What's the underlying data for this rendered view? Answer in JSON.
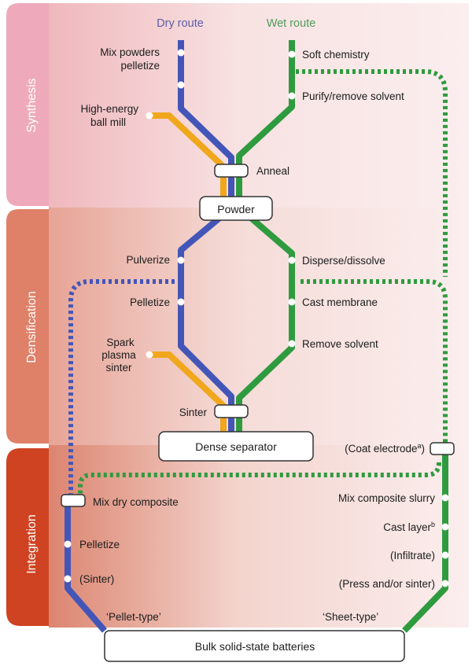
{
  "colors": {
    "dry": "#4356b8",
    "wet": "#2f9b3f",
    "alt": "#f0a71c",
    "synthesis_tab": "#eeaabb",
    "densification_tab": "#df8068",
    "integration_tab": "#cf4322",
    "dry_title": "#5a5fa8",
    "wet_title": "#4f9c5b"
  },
  "routes": {
    "dry": "Dry route",
    "wet": "Wet route"
  },
  "stages": {
    "synthesis": "Synthesis",
    "densification": "Densification",
    "integration": "Integration"
  },
  "synthesis": {
    "dry_step1_line1": "Mix powders",
    "dry_step1_line2": "pelletize",
    "alt_step_line1": "High-energy",
    "alt_step_line2": "ball mill",
    "wet_step1": "Soft chemistry",
    "wet_step2": "Purify/remove solvent",
    "anneal": "Anneal",
    "product": "Powder"
  },
  "densification": {
    "dry_step1": "Pulverize",
    "dry_step2": "Pelletize",
    "alt_step_line1": "Spark",
    "alt_step_line2": "plasma",
    "alt_step_line3": "sinter",
    "wet_step1": "Disperse/dissolve",
    "wet_step2": "Cast membrane",
    "wet_step3": "Remove solvent",
    "sinter": "Sinter",
    "product": "Dense separator"
  },
  "integration": {
    "dry_mix": "Mix dry composite",
    "dry_step1": "Pelletize",
    "dry_step2": "(Sinter)",
    "dry_type": "‘Pellet-type’",
    "coat_electrode": "(Coat electrode",
    "coat_electrode_sup": "a",
    "coat_electrode_close": ")",
    "wet_step1": "Mix composite slurry",
    "wet_step2": "Cast layer",
    "wet_step2_sup": "b",
    "wet_step3": "(Infiltrate)",
    "wet_step4": "(Press and/or sinter)",
    "wet_type": "‘Sheet-type’",
    "product": "Bulk solid-state batteries"
  }
}
